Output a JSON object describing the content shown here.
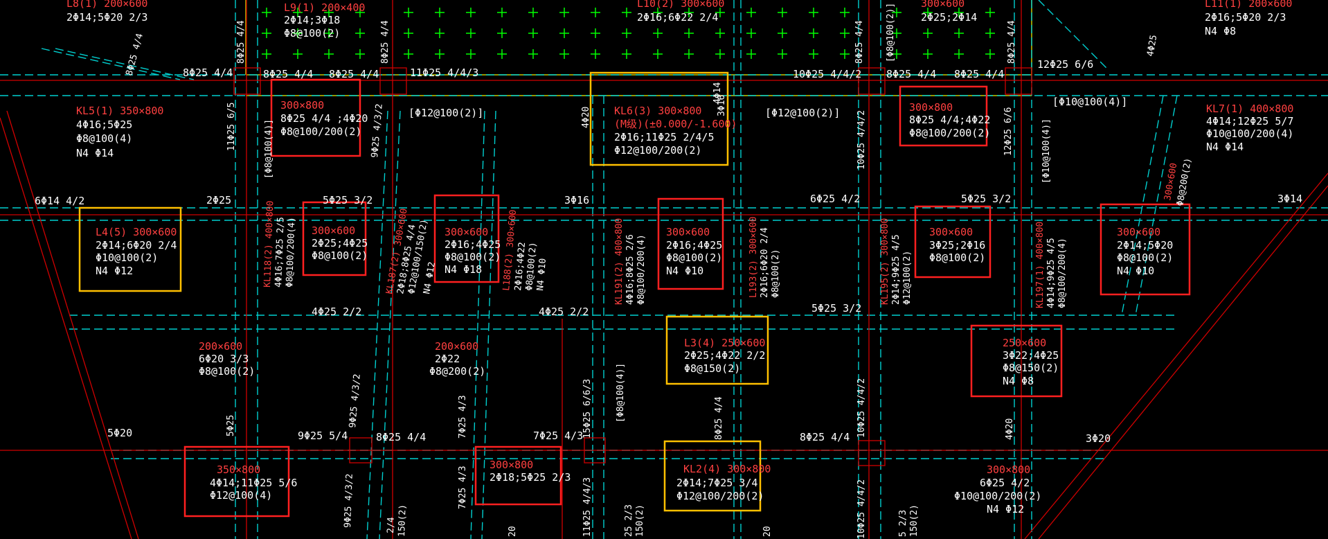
{
  "colors": {
    "background": "#000000",
    "axis_line": "#d00000",
    "beam_edge": "#00d0d0",
    "wall_edge": "#c8c800",
    "highlight_red": "#ff2020",
    "highlight_yellow": "#ffc000",
    "marker_green": "#00ff00",
    "text_white": "#ffffff",
    "text_red": "#ff4040"
  },
  "labels": {
    "t_top1_a": "L8(1) 200×600",
    "t_top1_b": "2Φ14;5Φ20 2/3",
    "t_top2_a": "L9(1) 200×400",
    "t_top2_b": "2Φ14;3Φ18",
    "t_top2_c": "Φ8@100(2)",
    "t_top3_a": "L10(2) 300×600",
    "t_top3_b": "2Φ16;6Φ22 2/4",
    "t_top4_a": "300×600",
    "t_top4_b": "2Φ25;2Φ14",
    "t_top5_a": "L11(1) 200×600",
    "t_top5_b": "2Φ16;5Φ20 2/3",
    "t_top5_c": "N4 Φ8",
    "t_row1_a": "8Φ25 4/4",
    "t_row1_b": "8Φ25 4/4",
    "t_row1_c": "8Φ25 4/4",
    "t_row1_d": "11Φ25 4/4/3",
    "t_row1_e": "10Φ25 4/4/2",
    "t_row1_f": "8Φ25 4/4",
    "t_row1_g": "8Φ25 4/4",
    "t_row1_h": "12Φ25 6/6",
    "t_v_a": "8Φ25 4/4",
    "t_v_b": "8Φ25 4/4",
    "t_v_c": "8Φ25 4/4",
    "t_v_d": "8Φ25 4/4",
    "t_v_e": "[Φ8@100(2)]",
    "t_kl5_a": "KL5(1) 350×800",
    "t_kl5_b": "4Φ16;5Φ25",
    "t_kl5_c": "Φ8@100(4)",
    "t_kl5_d": "N4 Φ14",
    "t_b1_a": "300×800",
    "t_b1_b": "8Φ25 4/4 ;4Φ20",
    "t_b1_c": "Φ8@100/200(2)",
    "t_st1": "[Φ12@100(2)]",
    "t_kl6_a": "KL6(3) 300×800",
    "t_kl6_b": "(M级)(±0.000/-1.600)",
    "t_kl6_c": "2Φ16;11Φ25 2/4/5",
    "t_kl6_d": "Φ12@100/200(2)",
    "t_st2": "[Φ12@100(2)]",
    "t_b2_a": "300×800",
    "t_b2_b": "8Φ25 4/4;4Φ22",
    "t_b2_c": "Φ8@100/200(2)",
    "t_st3": "[Φ10@100(4)]",
    "t_kl7_a": "KL7(1) 400×800",
    "t_kl7_b": "4Φ14;12Φ25 5/7",
    "t_kl7_c": "Φ10@100/200(4)",
    "t_kl7_d": "N4 Φ14",
    "t_row2_a": "6Φ14 4/2",
    "t_row2_b": "2Φ25",
    "t_row2_c": "5Φ25 3/2",
    "t_row2_d": "3Φ16",
    "t_row2_e": "6Φ25 4/2",
    "t_row2_f": "5Φ25 3/2",
    "t_row2_g": "3Φ14",
    "t_l4_a": "L4(5) 300×600",
    "t_l4_b": "2Φ14;6Φ20 2/4",
    "t_l4_c": "Φ10@100(2)",
    "t_l4_d": "N4 Φ12",
    "t_b3_a": "300×600",
    "t_b3_b": "2Φ25;4Φ25",
    "t_b3_c": "Φ8@100(2)",
    "t_b4_a": "300×600",
    "t_b4_b": "2Φ16;4Φ25",
    "t_b4_c": "Φ8@100(2)",
    "t_b4_d": "N4 Φ18",
    "t_b5_a": "300×600",
    "t_b5_b": "2Φ16;4Φ25",
    "t_b5_c": "Φ8@100(2)",
    "t_b5_d": "N4 Φ10",
    "t_b6_a": "300×600",
    "t_b6_b": "3Φ25;2Φ16",
    "t_b6_c": "Φ8@100(2)",
    "t_b7_a": "300×600",
    "t_b7_b": "2Φ14;5Φ20",
    "t_b7_c": "Φ8@100(2)",
    "t_b7_d": "N4 Φ10",
    "t_row3_a": "4Φ25 2/2",
    "t_row3_b": "4Φ25 2/2",
    "t_row3_c": "5Φ25 3/2",
    "t_s200a_a": "200×600",
    "t_s200a_b": "6Φ20 3/3",
    "t_s200a_c": "Φ8@100(2)",
    "t_s200b_a": "200×600",
    "t_s200b_b": "2Φ22",
    "t_s200b_c": "Φ8@200(2)",
    "t_l3_a": "L3(4) 250×600",
    "t_l3_b": "2Φ25;4Φ22 2/2",
    "t_l3_c": "Φ8@150(2)",
    "t_b8_a": "250×600",
    "t_b8_b": "3Φ22;4Φ25",
    "t_b8_c": "Φ8@150(2)",
    "t_b8_d": "N4 Φ8",
    "t_row4_a": "5Φ20",
    "t_row4_b": "9Φ25 5/4",
    "t_row4_c": "8Φ25 4/4",
    "t_row4_d": "7Φ25 4/3",
    "t_row4_e": "8Φ25 4/4",
    "t_row4_f": "3Φ20",
    "t_b9_a": "350×800",
    "t_b9_b": "4Φ14;11Φ25 5/6",
    "t_b9_c": "Φ12@100(4)",
    "t_b10_a": "300×800",
    "t_b10_b": "2Φ18;5Φ25 2/3",
    "t_kl2_a": "KL2(4) 300×800",
    "t_kl2_b": "2Φ14;7Φ25 3/4",
    "t_kl2_c": "Φ12@100/200(2)",
    "t_s300_a": "300×800",
    "t_s300_b": "6Φ25 4/2",
    "t_s300_c": "Φ10@100/200(2)",
    "t_s300_d": "N4 Φ12",
    "vr_01": "8Φ25 4/4",
    "vr_02": "11Φ25 6/5",
    "vr_03": "[Φ8@100(4)]",
    "vr_04": "9Φ25 4/3/2",
    "vr_05": "4Φ20",
    "vr_06": "3Φ16",
    "vr_07": "10Φ25 4/4/2",
    "vr_08": "12Φ25 6/6",
    "vr_09": "[Φ10@100(4)]",
    "vr_10": "4Φ25",
    "vr_11": "300×600",
    "vr_12": "Φ8@200(2)",
    "vr_13": "KL118(2) 400×800",
    "vr_14": "4Φ16;7Φ25 2/5",
    "vr_15": "Φ8@100/200(4)",
    "vr_16": "KL187(2) 300×600",
    "vr_17": "2Φ18;8Φ25 4/4",
    "vr_18": "Φ12@100/150(2)",
    "vr_19": "N4 Φ12",
    "vr_20": "L188(2) 300×600",
    "vr_21": "2Φ16;4Φ22",
    "vr_22": "Φ8@100(2)",
    "vr_23": "N4 Φ10",
    "vr_24": "KL191(2) 400×800",
    "vr_25": "4Φ16;8Φ25 2/6",
    "vr_26": "Φ8@100/200(4)",
    "vr_27": "L193(2) 300×600",
    "vr_28": "2Φ16;6Φ20 2/4",
    "vr_29": "Φ8@100(2)",
    "vr_30": "KL195(2) 300×800",
    "vr_31": "2Φ14;9Φ25 4/5",
    "vr_32": "Φ12@100(2)",
    "vr_33": "KL197(1) 400×800",
    "vr_34": "4Φ14;9Φ25 4/5",
    "vr_35": "Φ8@100/200(4)",
    "vr_36": "5Φ25",
    "vr_37": "9Φ25 4/3/2",
    "vr_38": "7Φ25 4/3",
    "vr_39": "15Φ25 6/6/3",
    "vr_40": "[Φ8@100(4)]",
    "vr_41": "8Φ25 4/4",
    "vr_42": "10Φ25 4/4/2",
    "vr_43": "4Φ20",
    "vr_44": "9Φ25 4/3/2",
    "vr_45": "2/4",
    "vr_46": "150(2)",
    "vr_47": "7Φ25 4/3",
    "vr_48": "11Φ25 4/4/3",
    "vr_49": "25 2/3",
    "vr_50": "150(2)",
    "vr_51": "10Φ25 4/4/2",
    "vr_52": "5 2/3",
    "vr_53": "150(2)",
    "vr_54": "20",
    "vr_55": "20",
    "vr_56": "4Φ14"
  }
}
